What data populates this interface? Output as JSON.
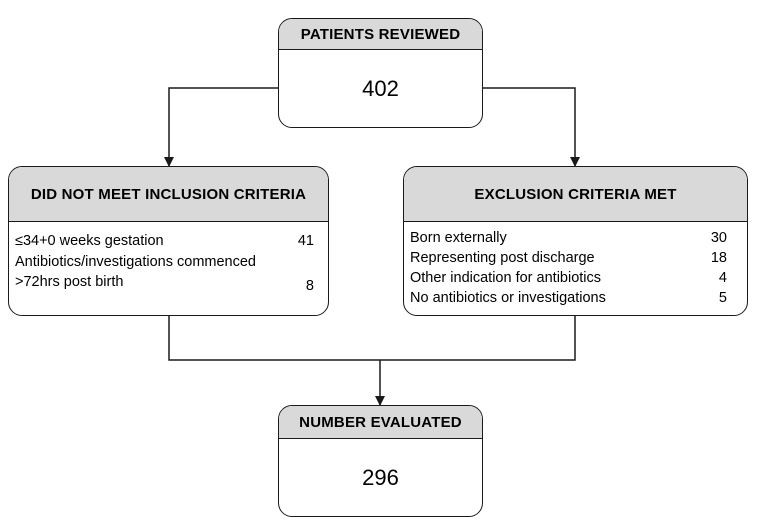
{
  "patients_reviewed": {
    "title": "PATIENTS REVIEWED",
    "count": "402"
  },
  "not_meet_inclusion": {
    "title": "DID NOT MEET INCLUSION CRITERIA",
    "items": [
      {
        "label": "≤34+0 weeks gestation",
        "count": "41"
      },
      {
        "label": "Antibiotics/investigations commenced",
        "count": ""
      },
      {
        "label": ">72hrs post birth",
        "count": "8"
      }
    ]
  },
  "exclusion_met": {
    "title": "EXCLUSION CRITERIA MET",
    "items": [
      {
        "label": "Born externally",
        "count": "30"
      },
      {
        "label": "Representing post discharge",
        "count": "18"
      },
      {
        "label": "Other indication for antibiotics",
        "count": "4"
      },
      {
        "label": "No antibiotics or investigations",
        "count": "5"
      }
    ]
  },
  "number_evaluated": {
    "title": "NUMBER EVALUATED",
    "count": "296"
  }
}
